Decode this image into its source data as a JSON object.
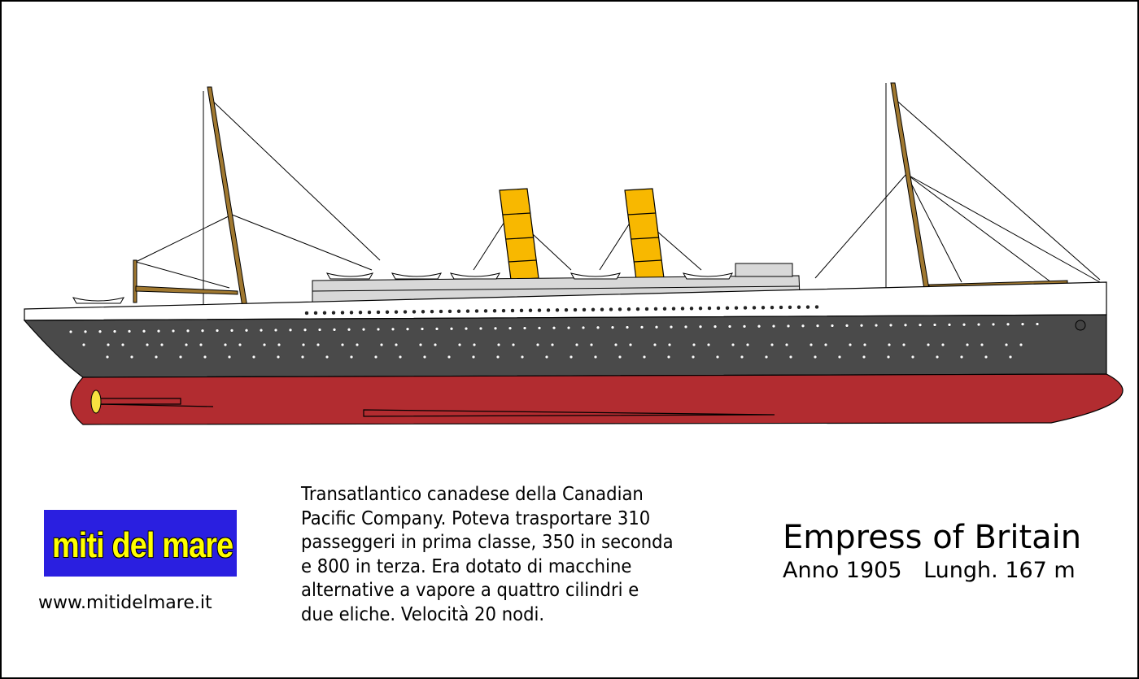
{
  "logo": {
    "text": "miti del mare"
  },
  "website": "www.mitidelmare.it",
  "description": [
    "Transatlantico canadese della Canadian",
    "Pacific Company. Poteva trasportare 310",
    "passeggeri in prima classe, 350 in seconda",
    "e 800 in terza. Era dotato di macchine",
    "alternative a vapore a quattro cilindri e",
    "due eliche. Velocità 20 nodi."
  ],
  "ship": {
    "name": "Empress of Britain",
    "year": "Anno 1905",
    "length": "Lungh. 167 m"
  },
  "colors": {
    "hull_upper": "#4a4a4a",
    "hull_lower": "#b22c30",
    "funnel": "#f8b800",
    "superstructure": "#d8d8d8",
    "mast": "#a07830",
    "logo_bg": "#2a1fe0",
    "logo_text": "#ffff00"
  }
}
